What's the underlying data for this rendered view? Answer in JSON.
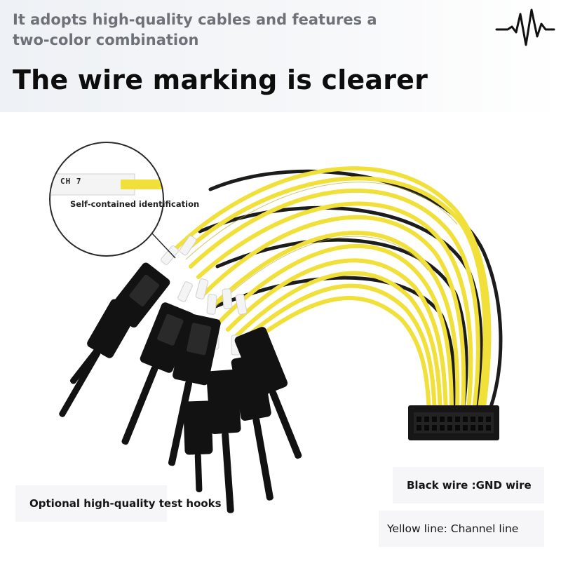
{
  "header": {
    "subtitle": "It adopts high-quality cables and features a two-color combination",
    "headline": "The wire marking is clearer",
    "logo_icon": "heartbeat-pulse-icon"
  },
  "callout": {
    "tag_text": "CH 7",
    "label": "Self-contained identification"
  },
  "labels": {
    "test_hooks": "Optional high-quality test hooks",
    "black_wire": "Black wire :GND wire",
    "yellow_line": "Yellow line: Channel line"
  },
  "colors": {
    "wire_yellow": "#f2e23c",
    "wire_black": "#1a1a1a",
    "hook_black": "#111111",
    "headline": "#0d0d0d",
    "subtitle": "#6e7278"
  }
}
